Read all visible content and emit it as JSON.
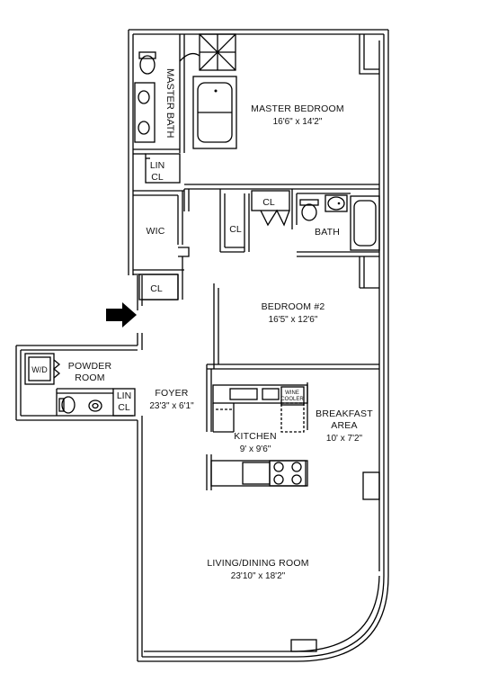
{
  "rooms": {
    "master_bedroom": {
      "name": "MASTER BEDROOM",
      "dim": "16'6\" x 14'2\""
    },
    "master_bath": {
      "name": "MASTER BATH"
    },
    "lin_cl_top": {
      "line1": "LIN",
      "line2": "CL"
    },
    "wic": {
      "name": "WIC"
    },
    "cl_left": {
      "name": "CL"
    },
    "cl_bed2_a": {
      "name": "CL"
    },
    "cl_bed2_b": {
      "name": "CL"
    },
    "bath": {
      "name": "BATH"
    },
    "bedroom2": {
      "name": "BEDROOM #2",
      "dim": "16'5\" x 12'6\""
    },
    "powder_room": {
      "line1": "POWDER",
      "line2": "ROOM"
    },
    "wd": {
      "name": "W/D"
    },
    "lin_cl_foyer": {
      "line1": "LIN",
      "line2": "CL"
    },
    "foyer": {
      "name": "FOYER",
      "dim": "23'3\" x 6'1\""
    },
    "kitchen": {
      "name": "KITCHEN",
      "dim": "9' x 9'6\""
    },
    "wine_cooler": {
      "line1": "WINE",
      "line2": "COOLER"
    },
    "breakfast": {
      "line1": "BREAKFAST",
      "line2": "AREA",
      "dim": "10' x 7'2\""
    },
    "living": {
      "name": "LIVING/DINING ROOM",
      "dim": "23'10\" x 18'2\""
    }
  },
  "icons": [
    "entry-arrow-icon",
    "bathtub-icon",
    "toilet-icon",
    "sink-icon",
    "shower-icon",
    "stove-icon"
  ]
}
